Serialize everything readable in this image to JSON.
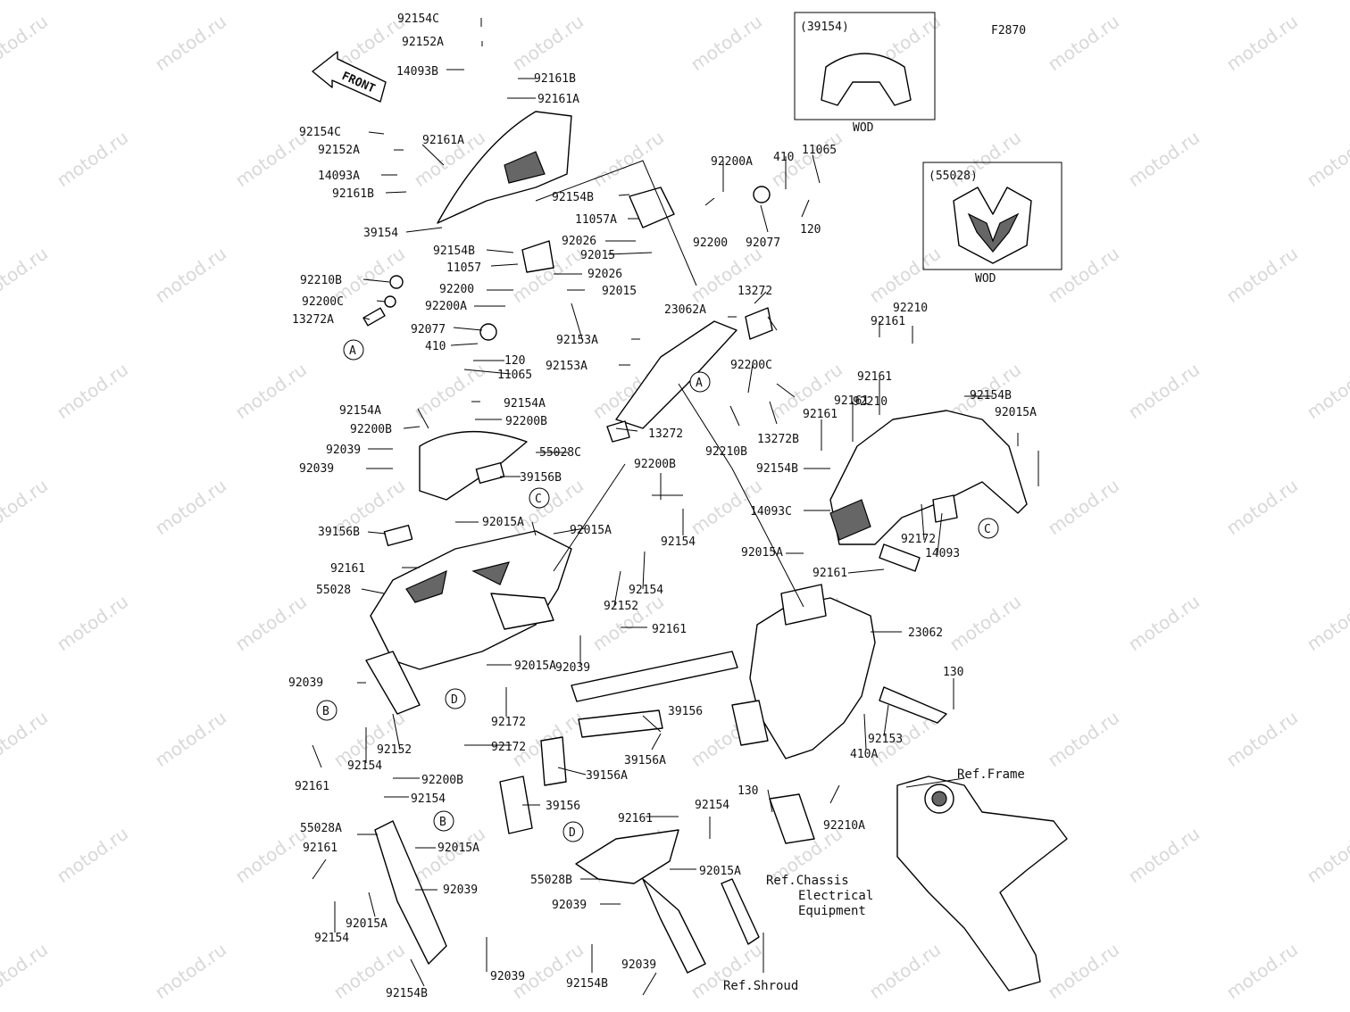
{
  "diagram_code": "F2870",
  "front_label": "FRONT",
  "watermark": "motod.ru",
  "insets": [
    {
      "code": "(39154)",
      "caption": "WOD"
    },
    {
      "code": "(55028)",
      "caption": "WOD"
    }
  ],
  "callouts": [
    "A",
    "A",
    "B",
    "B",
    "C",
    "C",
    "D",
    "D"
  ],
  "refs": {
    "frame": "Ref.Frame",
    "chassis": [
      "Ref.Chassis",
      "Electrical",
      "Equipment"
    ],
    "shroud": "Ref.Shroud"
  },
  "labels": [
    "92154C",
    "92152A",
    "14093B",
    "92161B",
    "92161A",
    "92154C",
    "92152A",
    "92161A",
    "14093A",
    "92161B",
    "39154",
    "92154B",
    "11057A",
    "92026",
    "92015",
    "92154B",
    "11057",
    "92026",
    "92200",
    "92015",
    "92210B",
    "92200C",
    "13272A",
    "92200A",
    "92077",
    "410",
    "120",
    "11065",
    "92200A",
    "410",
    "11065",
    "120",
    "92200",
    "92077",
    "13272",
    "23062A",
    "92153A",
    "92153A",
    "92200C",
    "13272",
    "92210B",
    "13272B",
    "92154A",
    "92154A",
    "92200B",
    "92200B",
    "55028C",
    "92039",
    "92039",
    "39156B",
    "92200B",
    "92015A",
    "92015A",
    "92154",
    "39156B",
    "92161",
    "55028",
    "92154",
    "92152",
    "92161",
    "92039",
    "92015A",
    "92039",
    "92172",
    "92172",
    "92152",
    "92154",
    "92161",
    "92200B",
    "92154",
    "39156",
    "39156A",
    "39156A",
    "39156",
    "55028A",
    "92161",
    "92015A",
    "92039",
    "92015A",
    "92154",
    "92039",
    "92154B",
    "92161",
    "92154",
    "92015A",
    "55028B",
    "92039",
    "92154B",
    "92039",
    "92161",
    "92210",
    "92161",
    "92210",
    "92154B",
    "92015A",
    "92161",
    "92161",
    "92154B",
    "14093C",
    "92172",
    "14093",
    "92015A",
    "92161",
    "23062",
    "130",
    "92153",
    "410A",
    "130",
    "92210A"
  ]
}
